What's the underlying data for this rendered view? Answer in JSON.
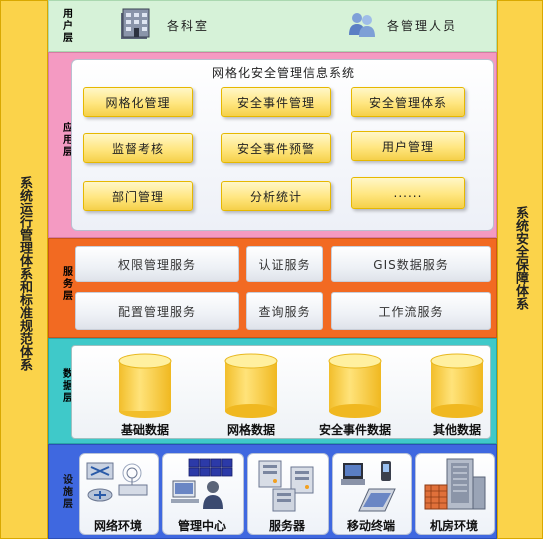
{
  "left_side": {
    "text": "系统运行管理体系和标准规范体系"
  },
  "right_side": {
    "text": "系统安全保障体系"
  },
  "user_layer": {
    "label": "用户层",
    "items": [
      {
        "label": "各科室",
        "icon": "building-icon"
      },
      {
        "label": "各管理人员",
        "icon": "people-icon"
      }
    ]
  },
  "app_layer": {
    "label": "应用层",
    "title": "网格化安全管理信息系统",
    "modules": [
      "网格化管理",
      "安全事件管理",
      "安全管理体系",
      "监督考核",
      "安全事件预警",
      "用户管理",
      "部门管理",
      "分析统计",
      "......"
    ]
  },
  "service_layer": {
    "label": "服务层",
    "services": [
      "权限管理服务",
      "认证服务",
      "GIS数据服务",
      "配置管理服务",
      "查询服务",
      "工作流服务"
    ]
  },
  "data_layer": {
    "label": "数据层",
    "databases": [
      "基础数据",
      "网格数据",
      "安全事件数据",
      "其他数据"
    ]
  },
  "infra_layer": {
    "label": "设施层",
    "items": [
      "网络环境",
      "管理中心",
      "服务器",
      "移动终端",
      "机房环境"
    ]
  },
  "colors": {
    "user_bg": "#d6f2d8",
    "app_bg": "#f49ac2",
    "service_bg": "#f26a22",
    "data_bg": "#3fc9c9",
    "infra_bg": "#3f68e0",
    "side_bg": "#fbd34a"
  }
}
